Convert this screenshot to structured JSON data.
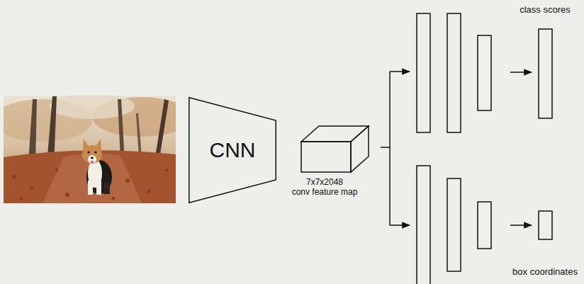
{
  "diagram": {
    "nodes": [
      {
        "text": [
          "CNN"
        ]
      },
      {
        "text": [
          "7x7x2048",
          "conv feature map"
        ]
      },
      {
        "text": [
          "class scores"
        ]
      },
      {
        "text": [
          "box coordinates"
        ]
      }
    ]
  }
}
